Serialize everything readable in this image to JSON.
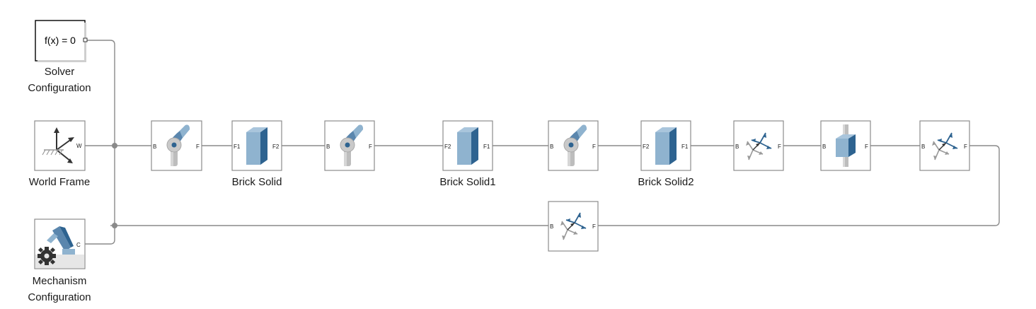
{
  "blocks": {
    "solver": {
      "expr": "f(x) = 0",
      "label_line1": "Solver",
      "label_line2": "Configuration"
    },
    "world_frame": {
      "label": "World Frame",
      "port_w": "W"
    },
    "mechanism": {
      "label_line1": "Mechanism",
      "label_line2": "Configuration",
      "port_c": "C"
    },
    "revolute1": {
      "port_b": "B",
      "port_f": "F"
    },
    "brick_solid": {
      "label": "Brick Solid",
      "port_left": "F1",
      "port_right": "F2"
    },
    "revolute2": {
      "port_b": "B",
      "port_f": "F"
    },
    "brick_solid1": {
      "label": "Brick Solid1",
      "port_left": "F2",
      "port_right": "F1"
    },
    "revolute3": {
      "port_b": "B",
      "port_f": "F"
    },
    "brick_solid2": {
      "label": "Brick Solid2",
      "port_left": "F2",
      "port_right": "F1"
    },
    "transform1": {
      "port_b": "B",
      "port_f": "F"
    },
    "prismatic": {
      "port_b": "B",
      "port_f": "F"
    },
    "transform2": {
      "port_b": "B",
      "port_f": "F"
    },
    "transform3": {
      "port_b": "B",
      "port_f": "F"
    }
  },
  "icons": {
    "world_frame": "axes-icon",
    "mechanism": "robot-arm-gear-icon",
    "revolute": "revolute-joint-icon",
    "brick": "brick-solid-icon",
    "transform": "rigid-transform-icon",
    "prismatic": "prismatic-joint-icon"
  },
  "colors": {
    "wire": "#8a8a8a",
    "block_border": "#8c8c8c",
    "accent_blue": "#2e6390",
    "light_blue": "#8fb3cf"
  }
}
